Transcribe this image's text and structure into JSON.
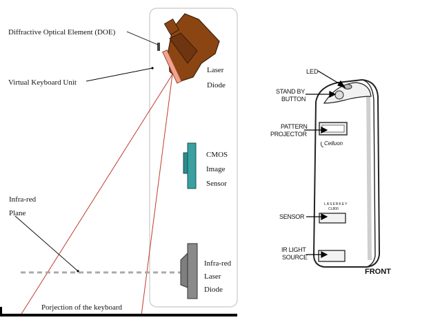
{
  "left_diagram": {
    "labels": {
      "doe": "Diffractive Optical Element (DOE)",
      "virtual_keyboard_unit": "Virtual Keyboard Unit",
      "laser_diode": [
        "Laser",
        "Diode"
      ],
      "cmos_image_sensor": [
        "CMOS",
        "Image",
        "Sensor"
      ],
      "infrared_plane": [
        "Infra-red",
        "Plane"
      ],
      "infrared_laser_diode": [
        "Infra-red",
        "Laser",
        "Diode"
      ],
      "projection": "Porjection of the keyboard"
    },
    "colors": {
      "laser_diode_body": "#8b4513",
      "doe": "#f4a28c",
      "cmos_sensor": "#2e8b8b",
      "ir_laser_diode": "#7f7f7f",
      "beam": "#c0392b",
      "ir_plane": "#aaaaaa"
    }
  },
  "right_diagram": {
    "labels": {
      "led": "LED",
      "standby_button": [
        "STAND BY",
        "BUTTON"
      ],
      "pattern_projector": [
        "PATTERN",
        "PROJECTOR"
      ],
      "sensor": "SENSOR",
      "ir_light_source": [
        "IR LIGHT",
        "SOURCE"
      ],
      "front": "FRONT",
      "brand": "Celluon",
      "model": [
        "LASERKEY",
        "CL800"
      ]
    }
  }
}
